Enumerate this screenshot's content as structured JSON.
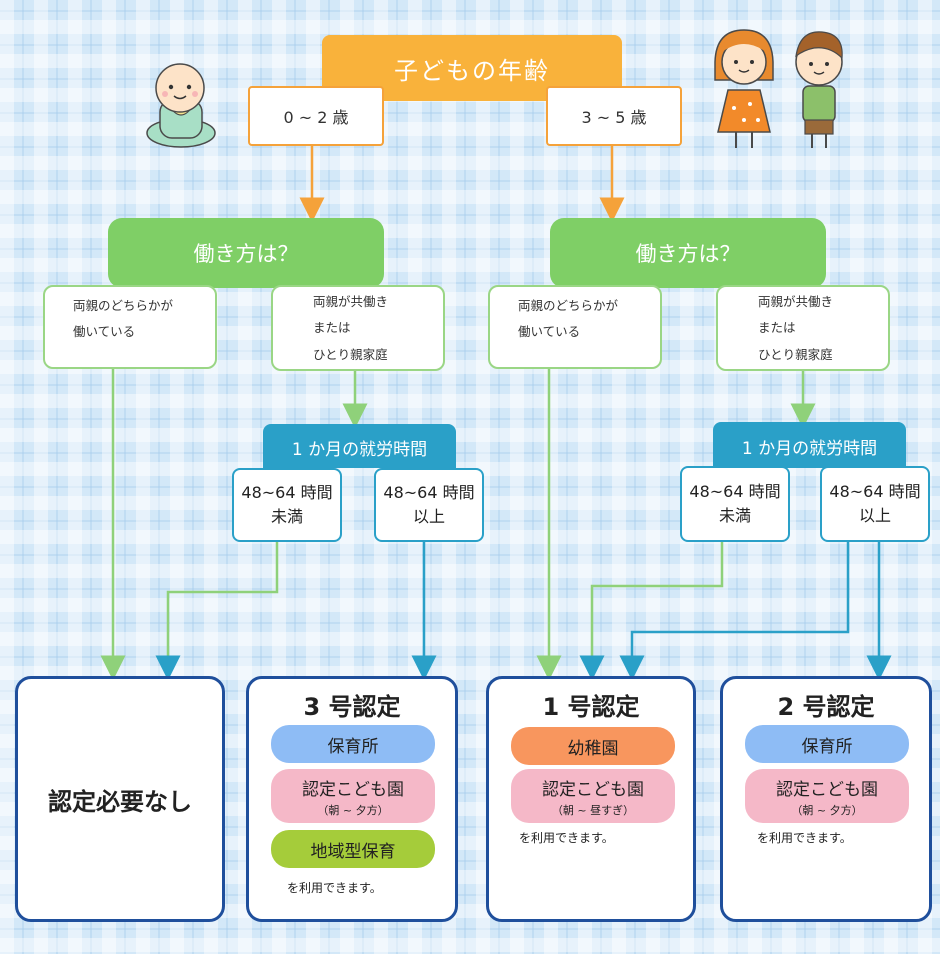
{
  "title": "子どもの年齢",
  "ages": {
    "left": "0 ~ 2 歳",
    "right": "3 ~ 5 歳"
  },
  "work_question": "働き方は？",
  "parents_one": [
    "両親のどちらかが",
    "働いている"
  ],
  "parents_both": [
    "両親が共働き",
    "または",
    "ひとり親家庭"
  ],
  "hours_label": "1 か月の就労時間",
  "under": [
    "48~64 時間",
    "未満"
  ],
  "over": [
    "48~64 時間",
    "以上"
  ],
  "results": {
    "none": "認定必要なし",
    "cert3": {
      "title": "3 号認定",
      "facilities": [
        {
          "label": "保育所",
          "sub": "",
          "color": "#8ebcf5"
        },
        {
          "label": "認定こども園",
          "sub": "（朝 ~ 夕方）",
          "color": "#f5b8c8"
        },
        {
          "label": "地域型保育",
          "sub": "",
          "color": "#a5cc3a"
        }
      ],
      "note": "を利用できます。"
    },
    "cert1": {
      "title": "1 号認定",
      "facilities": [
        {
          "label": "幼稚園",
          "sub": "",
          "color": "#f8965e"
        },
        {
          "label": "認定こども園",
          "sub": "（朝 ~ 昼すぎ）",
          "color": "#f5b8c8"
        }
      ],
      "note": "を利用できます。"
    },
    "cert2": {
      "title": "2 号認定",
      "facilities": [
        {
          "label": "保育所",
          "sub": "",
          "color": "#8ebcf5"
        },
        {
          "label": "認定こども園",
          "sub": "（朝 ~ 夕方）",
          "color": "#f5b8c8"
        }
      ],
      "note": "を利用できます。"
    }
  },
  "colors": {
    "orange": "#f5a23a",
    "green": "#8fd17a",
    "teal": "#2aa0c8",
    "navy": "#1f4f9c"
  }
}
